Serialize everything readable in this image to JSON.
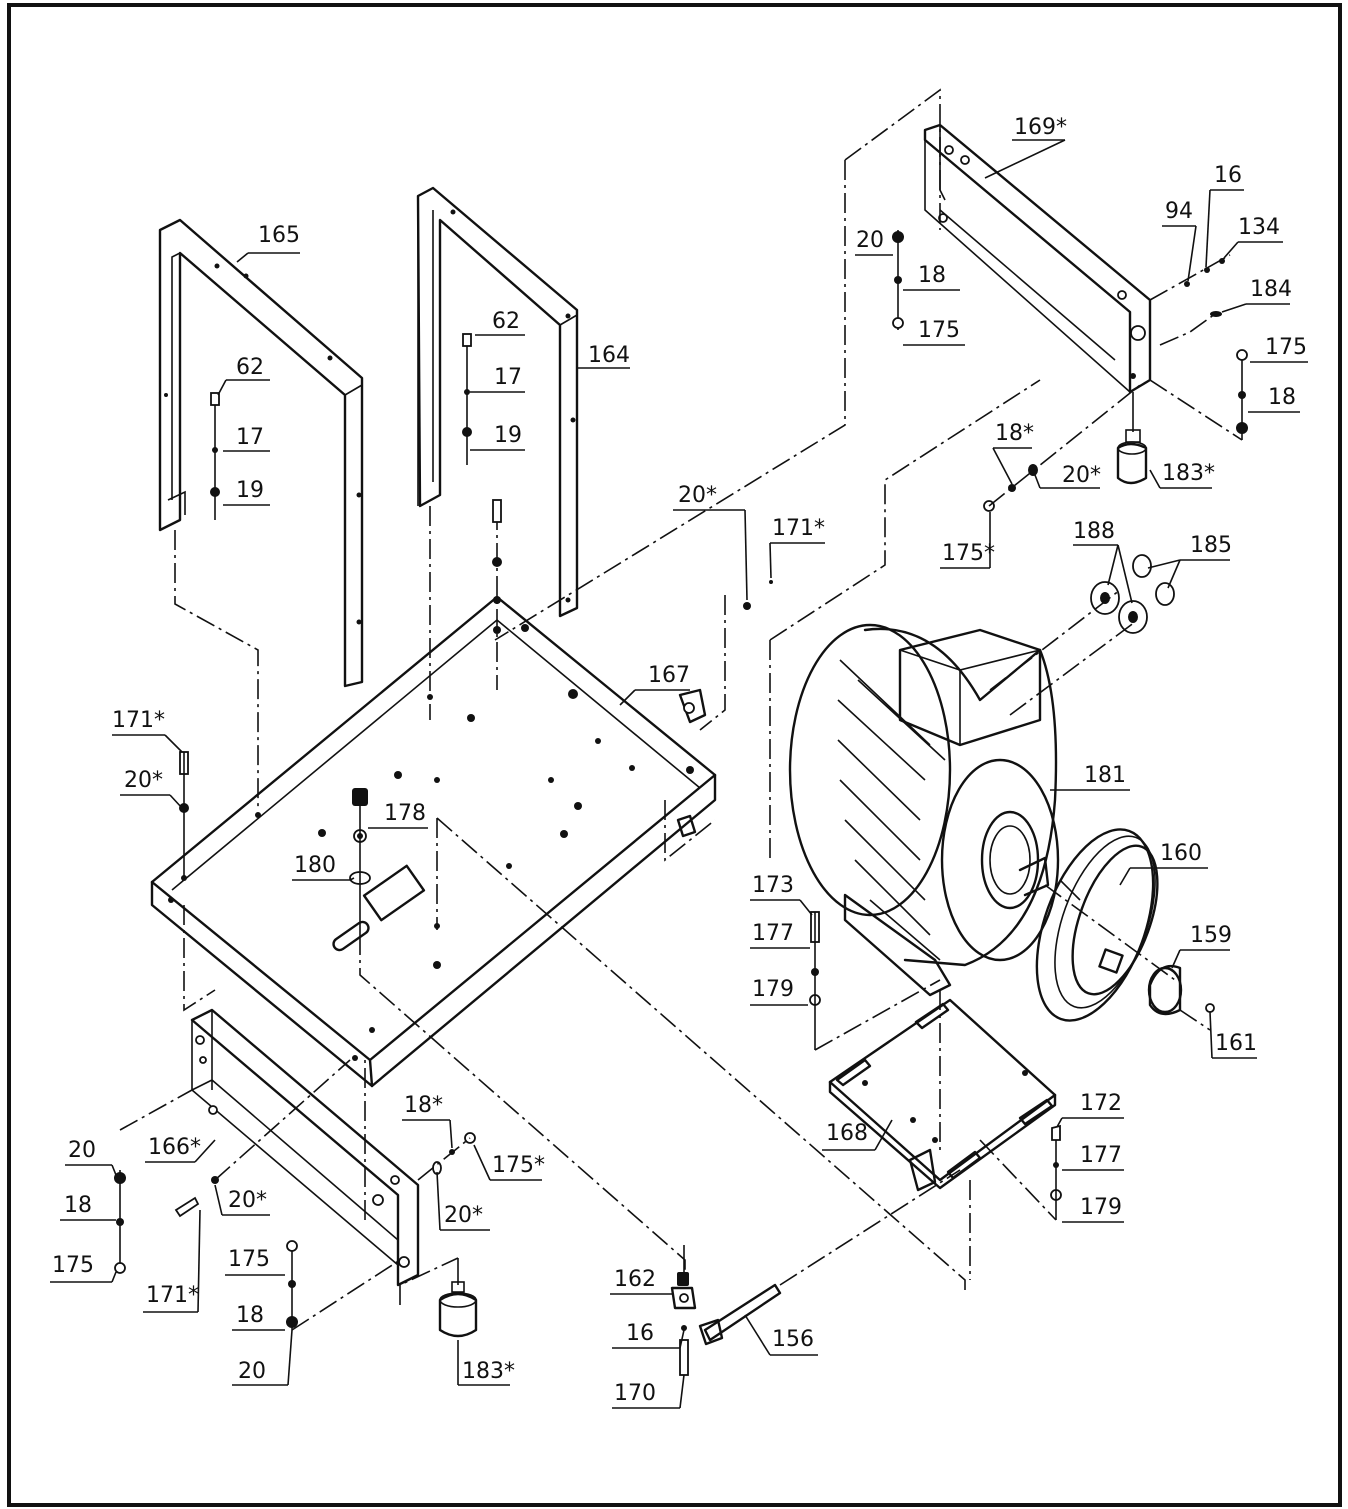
{
  "header": {
    "title": ""
  },
  "labels": [
    {
      "id": "l165",
      "text": "165"
    },
    {
      "id": "l164",
      "text": "164"
    },
    {
      "id": "l62a",
      "text": "62"
    },
    {
      "id": "l17a",
      "text": "17"
    },
    {
      "id": "l19a",
      "text": "19"
    },
    {
      "id": "l62b",
      "text": "62"
    },
    {
      "id": "l17b",
      "text": "17"
    },
    {
      "id": "l19b",
      "text": "19"
    },
    {
      "id": "l169",
      "text": "169*"
    },
    {
      "id": "l20t",
      "text": "20"
    },
    {
      "id": "l18t",
      "text": "18"
    },
    {
      "id": "l175t",
      "text": "175"
    },
    {
      "id": "l16t",
      "text": "16"
    },
    {
      "id": "l94",
      "text": "94"
    },
    {
      "id": "l134",
      "text": "134"
    },
    {
      "id": "l184",
      "text": "184"
    },
    {
      "id": "l175r",
      "text": "175"
    },
    {
      "id": "l18r",
      "text": "18"
    },
    {
      "id": "l18s",
      "text": "18*"
    },
    {
      "id": "l20s",
      "text": "20*"
    },
    {
      "id": "l183t",
      "text": "183*"
    },
    {
      "id": "l175s",
      "text": "175*"
    },
    {
      "id": "l20m",
      "text": "20*"
    },
    {
      "id": "l171m",
      "text": "171*"
    },
    {
      "id": "l188",
      "text": "188"
    },
    {
      "id": "l185",
      "text": "185"
    },
    {
      "id": "l167",
      "text": "167"
    },
    {
      "id": "l171l",
      "text": "171*"
    },
    {
      "id": "l20l",
      "text": "20*"
    },
    {
      "id": "l178",
      "text": "178"
    },
    {
      "id": "l180",
      "text": "180"
    },
    {
      "id": "l181",
      "text": "181"
    },
    {
      "id": "l160",
      "text": "160"
    },
    {
      "id": "l173",
      "text": "173"
    },
    {
      "id": "l177a",
      "text": "177"
    },
    {
      "id": "l179a",
      "text": "179"
    },
    {
      "id": "l159",
      "text": "159"
    },
    {
      "id": "l161",
      "text": "161"
    },
    {
      "id": "l172",
      "text": "172"
    },
    {
      "id": "l168",
      "text": "168"
    },
    {
      "id": "l177b",
      "text": "177"
    },
    {
      "id": "l179b",
      "text": "179"
    },
    {
      "id": "l20b",
      "text": "20"
    },
    {
      "id": "l166",
      "text": "166*"
    },
    {
      "id": "l18b",
      "text": "18"
    },
    {
      "id": "l175b",
      "text": "175"
    },
    {
      "id": "l171b",
      "text": "171*"
    },
    {
      "id": "l20bs",
      "text": "20*"
    },
    {
      "id": "l175c",
      "text": "175"
    },
    {
      "id": "l18c",
      "text": "18"
    },
    {
      "id": "l20c",
      "text": "20"
    },
    {
      "id": "l18bs",
      "text": "18*"
    },
    {
      "id": "l175bs",
      "text": "175*"
    },
    {
      "id": "l20bs2",
      "text": "20*"
    },
    {
      "id": "l183b",
      "text": "183*"
    },
    {
      "id": "l162",
      "text": "162"
    },
    {
      "id": "l16b",
      "text": "16"
    },
    {
      "id": "l170",
      "text": "170"
    },
    {
      "id": "l156",
      "text": "156"
    }
  ]
}
